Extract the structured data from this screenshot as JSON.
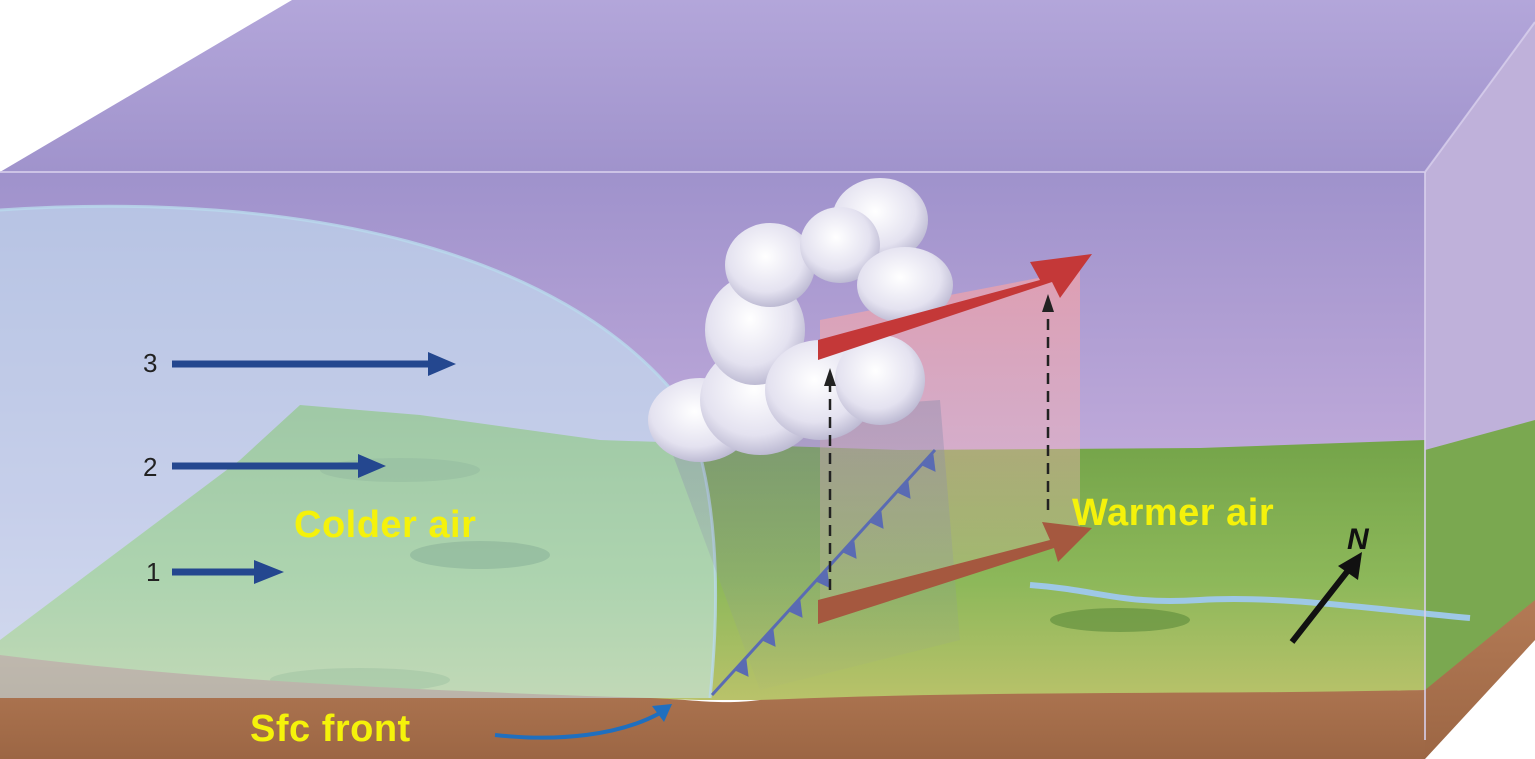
{
  "labels": {
    "colder_air": "Colder air",
    "warmer_air": "Warmer air",
    "sfc_front": "Sfc front",
    "level_1": "1",
    "level_2": "2",
    "level_3": "3",
    "compass_north": "N"
  },
  "colors": {
    "sky_top": "#a79ad2",
    "sky_low": "#cdb6e0",
    "cold_air_dome": "#c6e6f2",
    "ground": "#7fae52",
    "soil": "#a9714d",
    "arrow_blue": "#24478f",
    "arrow_warm_upper": "#c23a3a",
    "arrow_warm_lower": "#a4583f",
    "label_yellow": "#f5f20a",
    "front_line": "#5a6bb3"
  },
  "icons": [
    "cloud-icon",
    "compass-arrow-icon",
    "cold-front-symbol"
  ]
}
